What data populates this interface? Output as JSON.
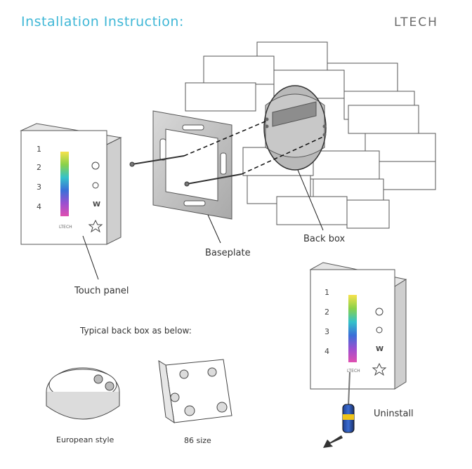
{
  "header": {
    "title": "Installation Instruction:",
    "brand": "LTECH"
  },
  "labels": {
    "touch_panel": "Touch panel",
    "baseplate": "Baseplate",
    "back_box": "Back box",
    "typical_back_box": "Typical back box as below:",
    "european_style": "European style",
    "size_86": "86 size",
    "uninstall": "Uninstall"
  },
  "panel": {
    "zone_labels": [
      "1",
      "2",
      "3",
      "4"
    ],
    "right_icons": [
      "power-icon",
      "brightness-icon",
      "W",
      "star-icon"
    ],
    "brand": "LTECH"
  }
}
